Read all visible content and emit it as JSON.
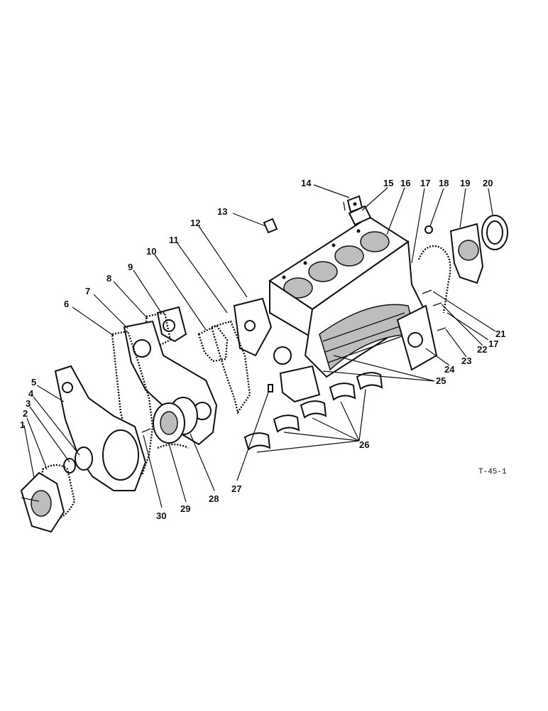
{
  "figure": {
    "reference_code": "T-45-1",
    "callouts": [
      "1",
      "2",
      "3",
      "4",
      "5",
      "6",
      "7",
      "8",
      "9",
      "10",
      "11",
      "12",
      "13",
      "14",
      "15",
      "16",
      "17",
      "18",
      "19",
      "20",
      "21",
      "22",
      "17",
      "23",
      "24",
      "25",
      "26",
      "27",
      "28",
      "29",
      "30"
    ]
  }
}
